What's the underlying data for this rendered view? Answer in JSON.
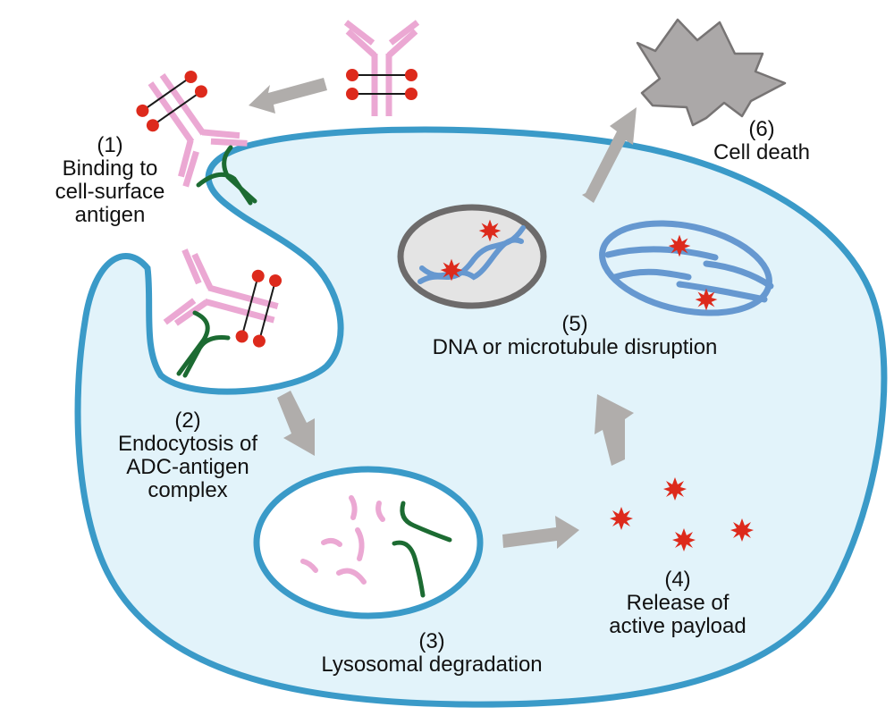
{
  "diagram": {
    "title_hidden": "Antibody-drug conjugate (ADC) mechanism of action",
    "colors": {
      "cell_fill": "#e2f3fa",
      "membrane": "#3a9ac8",
      "antibody": "#eba8d3",
      "payload": "#dd2a1c",
      "linker": "#1a1a1a",
      "antigen": "#1c6b32",
      "arrow": "#b0adab",
      "nucleus_fill": "#e4e4e4",
      "nucleus_outline": "#6d6b6b",
      "dna_microtubule": "#6698d0",
      "dead_cell_fill": "#aba8a8",
      "dead_cell_outline": "#777474",
      "text": "#111111"
    },
    "steps": [
      {
        "id": "step-1",
        "number": "(1)",
        "lines": [
          "Binding to",
          "cell-surface",
          "antigen"
        ]
      },
      {
        "id": "step-2",
        "number": "(2)",
        "lines": [
          "Endocytosis of",
          "ADC-antigen",
          "complex"
        ]
      },
      {
        "id": "step-3",
        "number": "(3)",
        "lines": [
          "Lysosomal degradation"
        ]
      },
      {
        "id": "step-4",
        "number": "(4)",
        "lines": [
          "Release of",
          "active payload"
        ]
      },
      {
        "id": "step-5",
        "number": "(5)",
        "lines": [
          "DNA or microtubule disruption"
        ]
      },
      {
        "id": "step-6",
        "number": "(6)",
        "lines": [
          "Cell death"
        ]
      }
    ],
    "icons": {
      "free_adc": "antibody-drug-conjugate-icon",
      "bound_adc": "bound-adc-icon",
      "antigen": "antigen-receptor-icon",
      "lysosome": "lysosome-icon",
      "payload": "payload-starburst-icon",
      "nucleus": "nucleus-dna-icon",
      "microtubule": "microtubule-spindle-icon",
      "dead_cell": "dead-cell-icon",
      "arrow": "process-arrow-icon"
    }
  }
}
